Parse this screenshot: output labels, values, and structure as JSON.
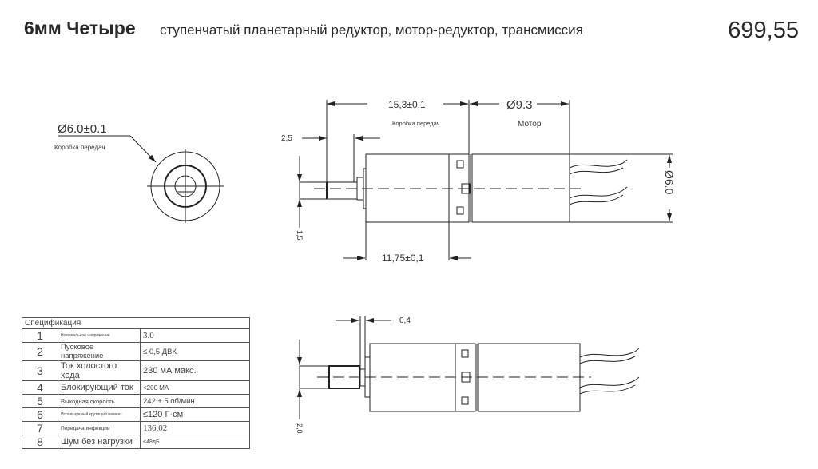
{
  "header": {
    "title": "6мм Четыре",
    "subtitle": "ступенчатый планетарный редуктор, мотор-редуктор, трансмиссия",
    "price": "699,55"
  },
  "end_view": {
    "diameter_label": "Ø6.0±0.1",
    "caption": "Коробка передач"
  },
  "side_view": {
    "dim_total": "15,3±0,1",
    "dim_motor": "Ø9.3",
    "label_gearbox": "Коробка передач",
    "label_motor": "Мотор",
    "dim_shaft_len": "2,5",
    "dim_shaft_dia": "1,5",
    "dim_body_dia": "Ø6.0",
    "dim_gearbox_len": "11,75±0,1"
  },
  "bottom_view": {
    "dim_flange": "0,4",
    "dim_shaft_dia": "2,0"
  },
  "spec_table": {
    "title": "Спецификация",
    "rows": [
      {
        "n": "1",
        "label": "Номинальное напряжение",
        "value": "3.0"
      },
      {
        "n": "2",
        "label": "Пусковое напряжение",
        "value": "≤ 0,5 ДВК"
      },
      {
        "n": "3",
        "label": "Ток холостого хода",
        "value": "230 мА макс."
      },
      {
        "n": "4",
        "label": "Блокирующий ток",
        "value": "<200 МА"
      },
      {
        "n": "5",
        "label": "Выходная скорость",
        "value": "242 ± 5 об/мин"
      },
      {
        "n": "6",
        "label": "Используемый крутящий момент",
        "value": "≤120 Г·см"
      },
      {
        "n": "7",
        "label": "Передача инфекции",
        "value": "136.02"
      },
      {
        "n": "8",
        "label": "Шум без нагрузки",
        "value": "<48дБ"
      }
    ]
  }
}
